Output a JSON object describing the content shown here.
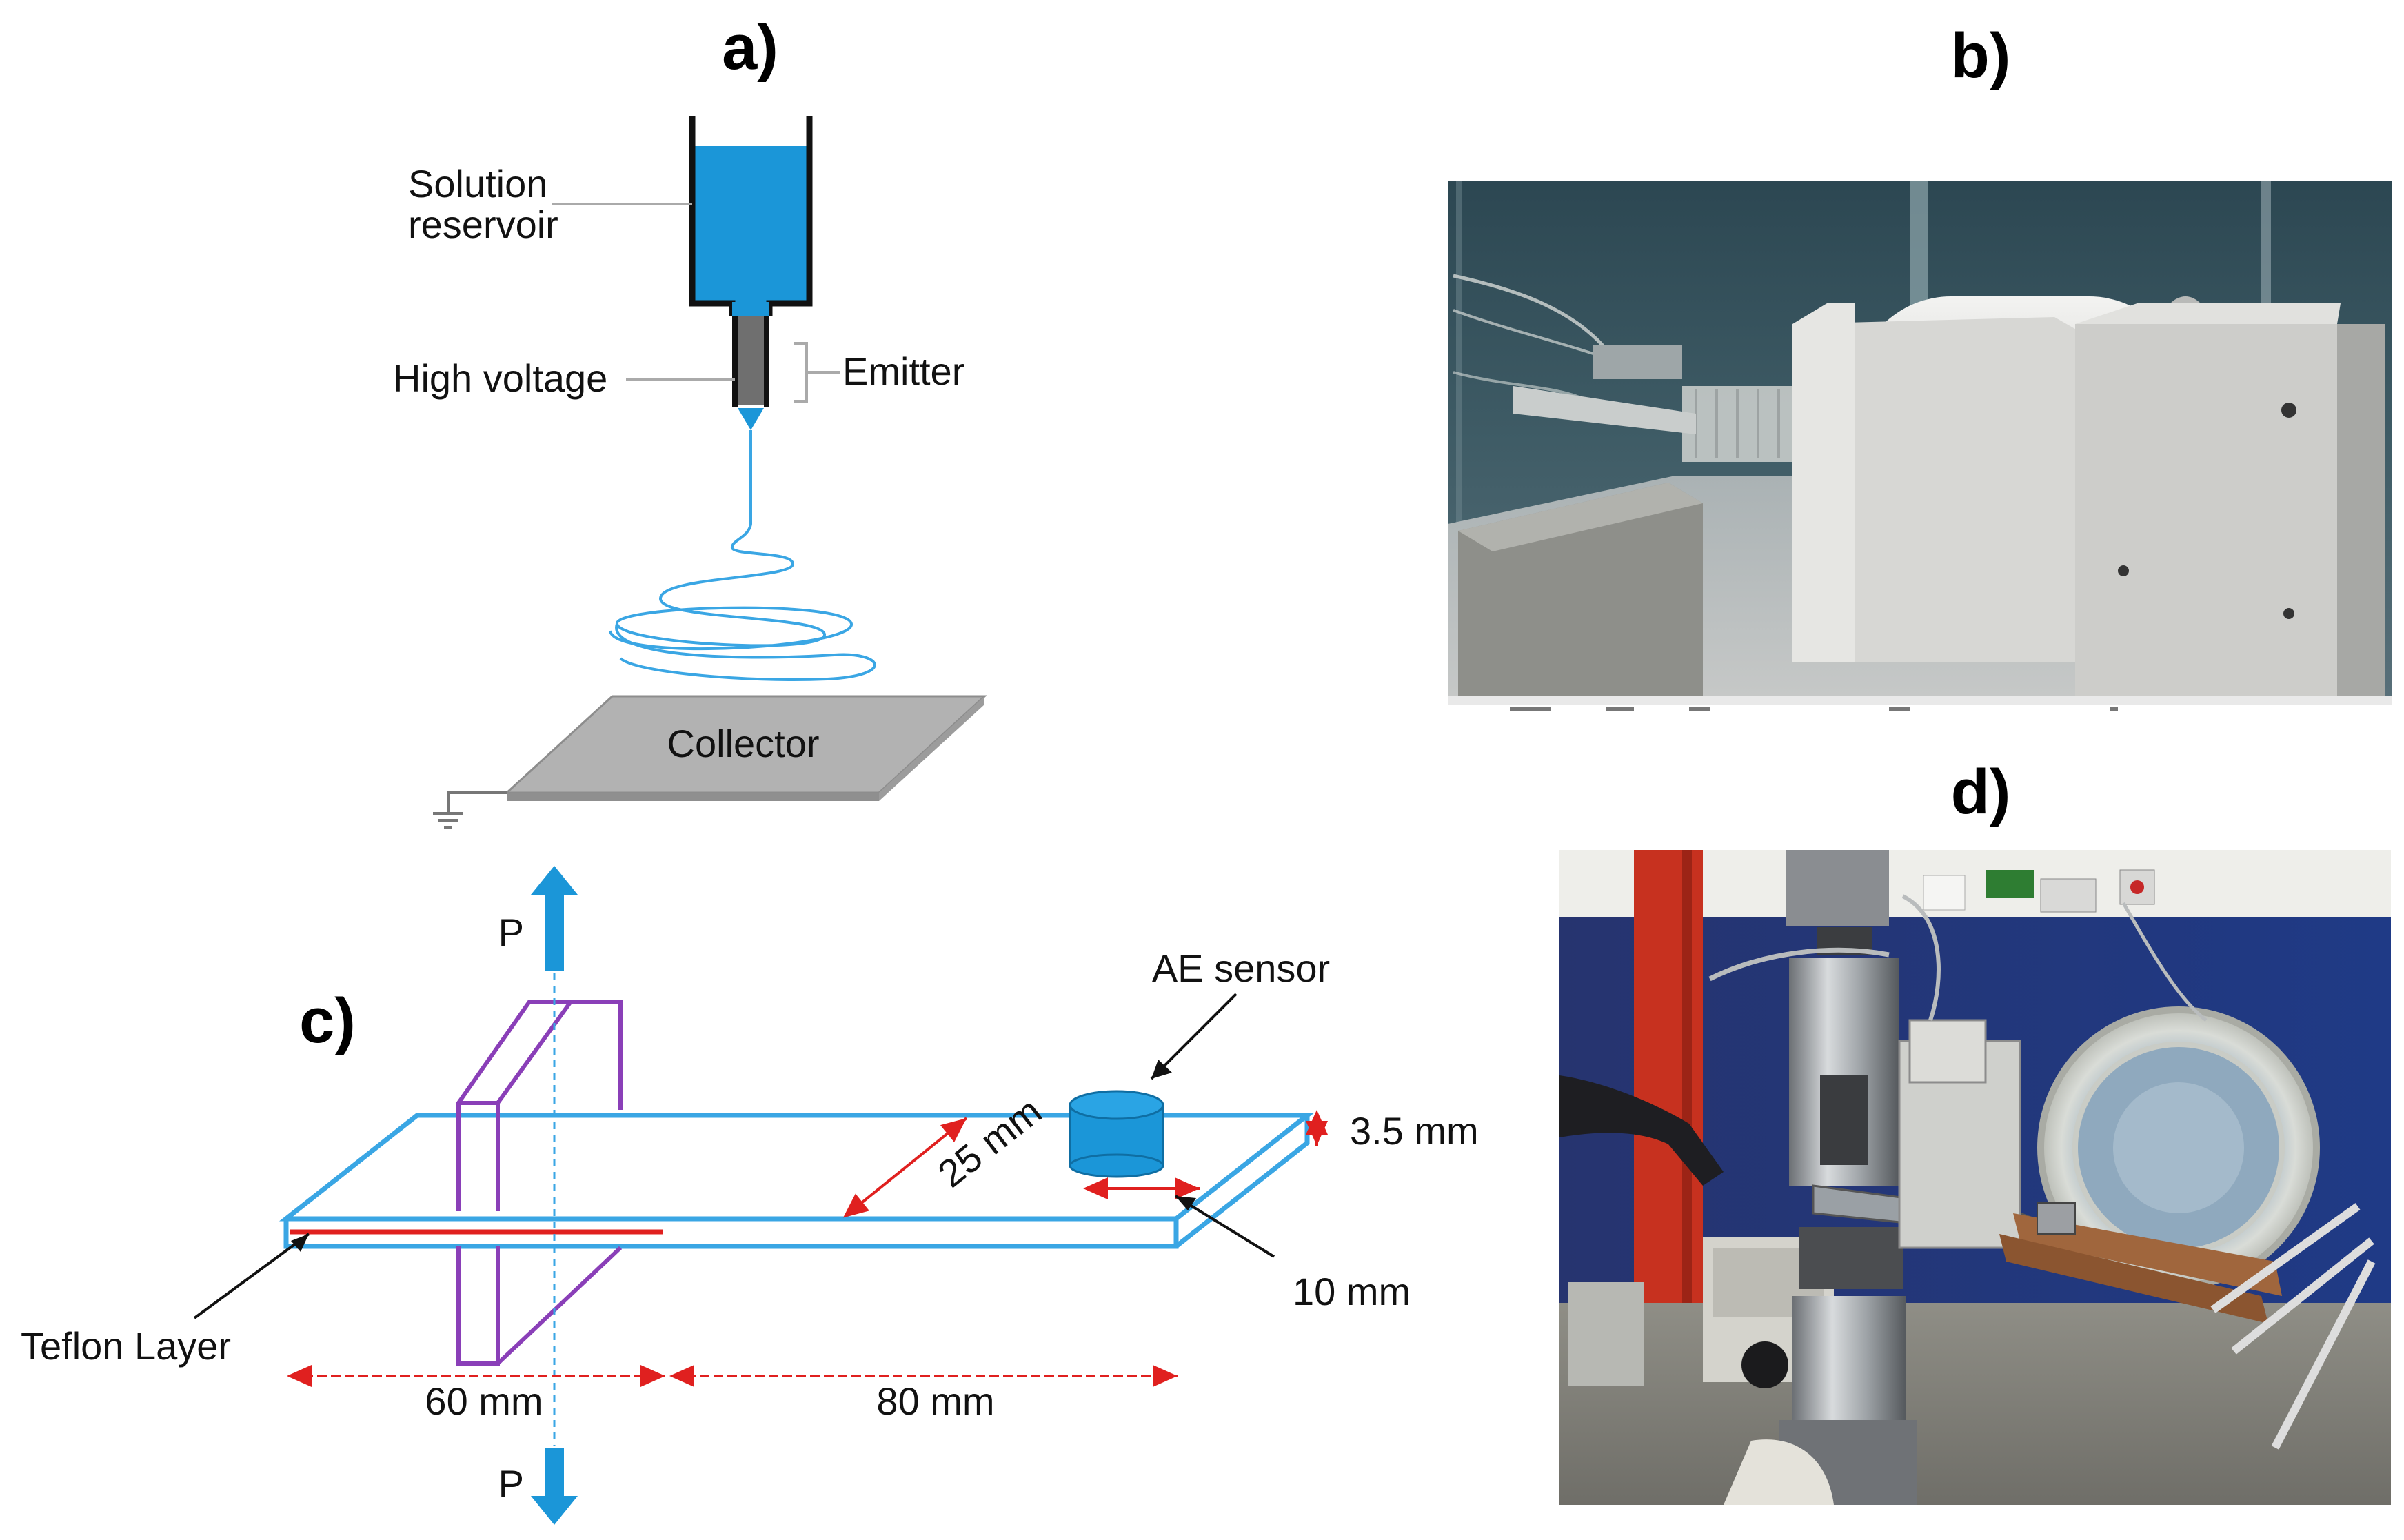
{
  "panels": {
    "a": {
      "letter": "a)",
      "labels": {
        "solution_line1": "Solution",
        "solution_line2": "reservoir",
        "high_voltage": "High voltage",
        "emitter": "Emitter",
        "collector": "Collector"
      }
    },
    "b": {
      "letter": "b)"
    },
    "c": {
      "letter": "c)",
      "labels": {
        "p_top": "P",
        "p_bottom": "P",
        "ae_sensor": "AE sensor",
        "width": "25 mm",
        "thickness": "3.5 mm",
        "sensor_dia": "10 mm",
        "teflon": "Teflon Layer",
        "len1": "60 mm",
        "len2": "80 mm"
      }
    },
    "d": {
      "letter": "d)"
    }
  },
  "colors": {
    "reservoir_blue": "#1b96d8",
    "outline_blue": "#3aa6e4",
    "dimension_red": "#e0201f",
    "grip_purple": "#8a3fb8",
    "collector_gray": "#b2b2b2"
  }
}
